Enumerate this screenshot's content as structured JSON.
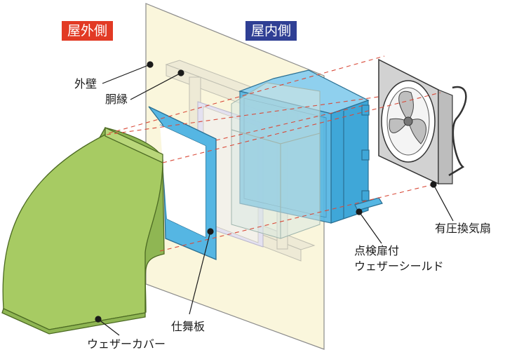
{
  "side_labels": {
    "outdoor": "屋外側",
    "indoor": "屋内側"
  },
  "part_labels": {
    "outer_wall": "外壁",
    "frame": "胴縁",
    "fan": "有圧換気扇",
    "shield_line1": "点検扉付",
    "shield_line2": "ウェザーシールド",
    "plate": "仕舞板",
    "cover": "ウェザーカバー"
  },
  "colors": {
    "outdoor_tag": "#e23a24",
    "indoor_tag": "#2f3f94",
    "wall": "#faf6dc",
    "cover_green": "#a7cb63",
    "shield_blue": "#55b6e3",
    "fan_gray": "#cfcfcf",
    "guide_line": "#d94b3a"
  }
}
